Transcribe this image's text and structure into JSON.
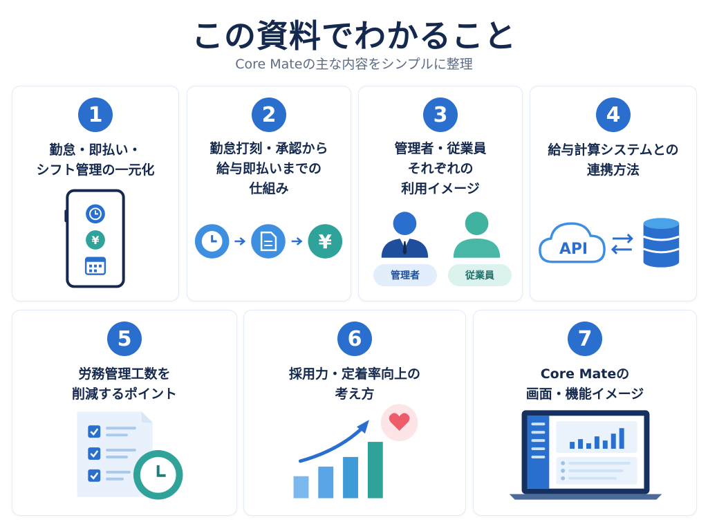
{
  "header": {
    "title": "この資料でわかること",
    "subtitle": "Core Mateの主な内容をシンプルに整理"
  },
  "cards": [
    {
      "number": "1",
      "lines": [
        "勤怠・即払い・",
        "シフト管理の一元化"
      ]
    },
    {
      "number": "2",
      "lines": [
        "勤怠打刻・承認から",
        "給与即払いまでの",
        "仕組み"
      ]
    },
    {
      "number": "3",
      "lines": [
        "管理者・従業員",
        "それぞれの",
        "利用イメージ"
      ],
      "labels": [
        "管理者",
        "従業員"
      ]
    },
    {
      "number": "4",
      "lines": [
        "給与計算システムとの",
        "連携方法"
      ],
      "api_label": "API"
    },
    {
      "number": "5",
      "lines": [
        "労務管理工数を",
        "削減するポイント"
      ]
    },
    {
      "number": "6",
      "lines": [
        "採用力・定着率向上の",
        "考え方"
      ]
    },
    {
      "number": "7",
      "lines": [
        "Core Mateの",
        "画面・機能イメージ"
      ]
    }
  ],
  "colors": {
    "navy": "#14294d",
    "blue": "#2a6fce",
    "light_blue": "#4aa3e8",
    "teal": "#2fa39a",
    "heart": "#ee5c6a"
  },
  "icons": [
    "clock-icon",
    "yen-icon",
    "calendar-icon",
    "document-icon",
    "arrow-right-icon",
    "manager-person-icon",
    "employee-person-icon",
    "cloud-icon",
    "sync-arrows-icon",
    "database-icon",
    "checklist-icon",
    "growth-chart-icon",
    "heart-icon",
    "laptop-icon"
  ]
}
